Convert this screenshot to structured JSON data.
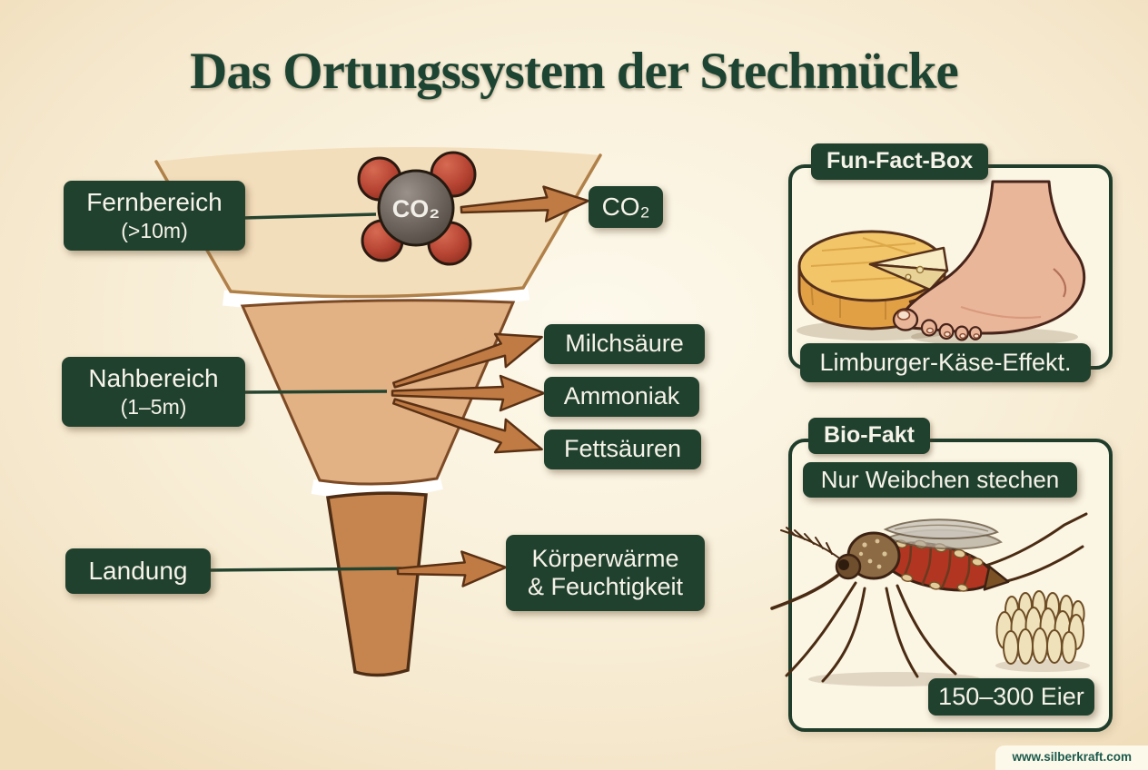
{
  "title": "Das Ortungssystem der Stechmücke",
  "palette": {
    "background_cream": "#f9f0da",
    "box_green": "#21412f",
    "title_green": "#1d4432",
    "funnel_top": "#f3debc",
    "funnel_middle": "#e2b184",
    "funnel_stem": "#c6854e",
    "arrow_orange": "#c07b44",
    "molecule_red": "#b84534",
    "molecule_gray": "#6f6760"
  },
  "funnel": {
    "molecule_label": "CO₂",
    "stages": [
      {
        "label": "Fernbereich",
        "range": "(>10m)",
        "signal": "CO₂"
      },
      {
        "label": "Nahbereich",
        "range": "(1–5m)",
        "signals": [
          "Milchsäure",
          "Ammoniak",
          "Fettsäuren"
        ]
      },
      {
        "label": "Landung",
        "signal_line1": "Körperwärme",
        "signal_line2": "& Feuchtigkeit"
      }
    ]
  },
  "fun_fact_box": {
    "title": "Fun-Fact-Box",
    "caption": "Limburger-Käse-Effekt.",
    "illustrations": [
      "cheese-wheel",
      "human-foot"
    ]
  },
  "bio_fact_box": {
    "title": "Bio-Fakt",
    "fact_top": "Nur Weibchen stechen",
    "fact_bottom": "150–300 Eier",
    "illustrations": [
      "mosquito",
      "egg-cluster"
    ]
  },
  "footer": {
    "website": "www.silberkraft.com"
  }
}
